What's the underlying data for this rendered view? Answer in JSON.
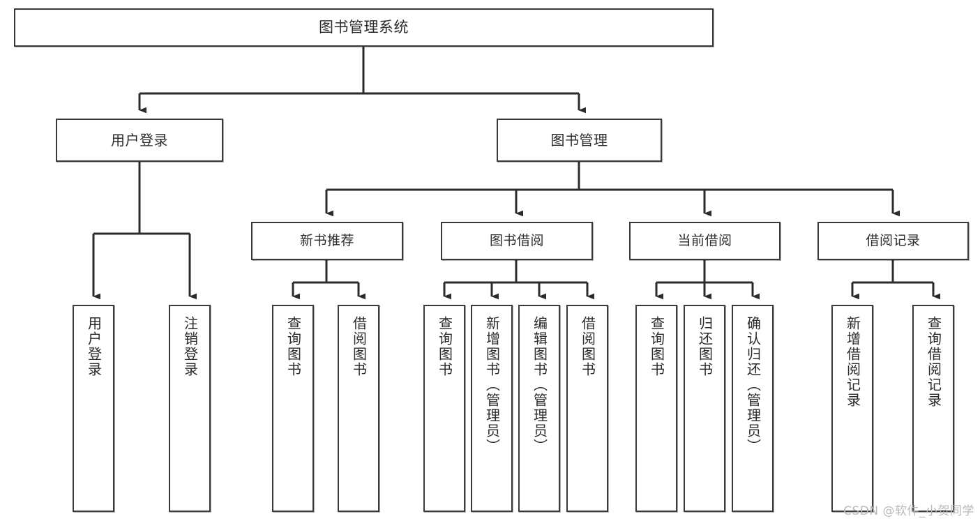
{
  "diagram": {
    "title": "图书管理系统",
    "type": "tree-hierarchy-chart",
    "colors": {
      "box_border": "#3a3a3a",
      "box_fill": "#ffffff",
      "edge": "#2b2b2b",
      "text": "#2b2b2b",
      "watermark": "#b9b9b9",
      "background": "#ffffff"
    },
    "root": {
      "label": "图书管理系统"
    },
    "level1": [
      {
        "label": "用户登录"
      },
      {
        "label": "图书管理"
      }
    ],
    "level2": [
      {
        "label": "新书推荐"
      },
      {
        "label": "图书借阅"
      },
      {
        "label": "当前借阅"
      },
      {
        "label": "借阅记录"
      }
    ],
    "leaves": {
      "user_login": [
        {
          "label": "用户登录"
        },
        {
          "label": "注销登录"
        }
      ],
      "new_book_recommend": [
        {
          "label": "查询图书"
        },
        {
          "label": "借阅图书"
        }
      ],
      "book_borrow": [
        {
          "label": "查询图书"
        },
        {
          "label": "新增图书（管理员）"
        },
        {
          "label": "编辑图书（管理员）"
        },
        {
          "label": "借阅图书"
        }
      ],
      "current_borrow": [
        {
          "label": "查询图书"
        },
        {
          "label": "归还图书"
        },
        {
          "label": "确认归还（管理员）"
        }
      ],
      "borrow_record": [
        {
          "label": "新增借阅记录"
        },
        {
          "label": "查询借阅记录"
        }
      ]
    }
  },
  "watermark": {
    "text": "CSDN @软件_小贺同学"
  }
}
